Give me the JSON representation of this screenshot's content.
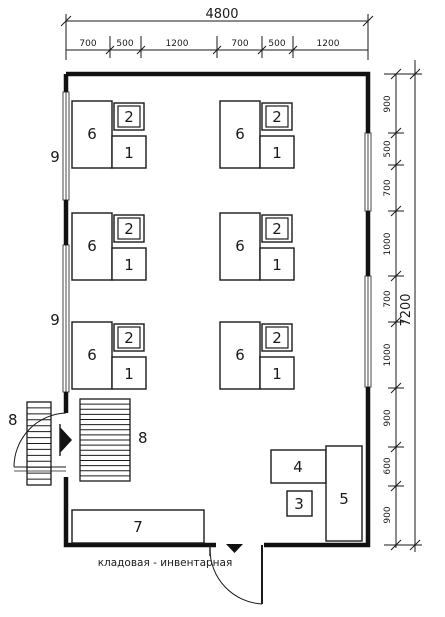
{
  "plan": {
    "overall_width": "4800",
    "overall_height": "7200",
    "top_dims": [
      "700",
      "500",
      "1200",
      "700",
      "500",
      "1200"
    ],
    "right_dims": [
      "900",
      "500",
      "700",
      "1000",
      "700",
      "1000",
      "900",
      "600",
      "900"
    ],
    "caption": "кладовая - инвентарная",
    "room_labels": {
      "workbench": "6",
      "stool": "1",
      "tool_box": "2",
      "machine_4": "4",
      "machine_5": "5",
      "machine_3": "3",
      "bench_7": "7",
      "stairs": "8",
      "window": "9"
    }
  }
}
